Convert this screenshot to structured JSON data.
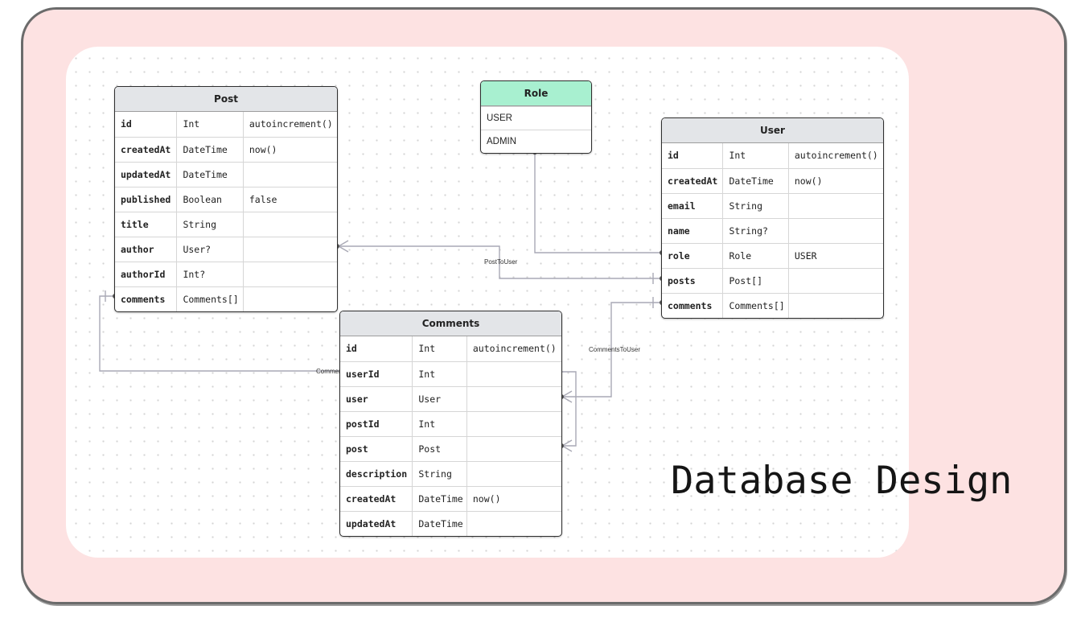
{
  "title": "Database Design",
  "tables": {
    "post": {
      "name": "Post",
      "rows": [
        [
          "id",
          "Int",
          "autoincrement()"
        ],
        [
          "createdAt",
          "DateTime",
          "now()"
        ],
        [
          "updatedAt",
          "DateTime",
          ""
        ],
        [
          "published",
          "Boolean",
          "false"
        ],
        [
          "title",
          "String",
          ""
        ],
        [
          "author",
          "User?",
          ""
        ],
        [
          "authorId",
          "Int?",
          ""
        ],
        [
          "comments",
          "Comments[]",
          ""
        ]
      ]
    },
    "role": {
      "name": "Role",
      "values": [
        "USER",
        "ADMIN"
      ]
    },
    "user": {
      "name": "User",
      "rows": [
        [
          "id",
          "Int",
          "autoincrement()"
        ],
        [
          "createdAt",
          "DateTime",
          "now()"
        ],
        [
          "email",
          "String",
          ""
        ],
        [
          "name",
          "String?",
          ""
        ],
        [
          "role",
          "Role",
          "USER"
        ],
        [
          "posts",
          "Post[]",
          ""
        ],
        [
          "comments",
          "Comments[]",
          ""
        ]
      ]
    },
    "comments": {
      "name": "Comments",
      "rows": [
        [
          "id",
          "Int",
          "autoincrement()"
        ],
        [
          "userId",
          "Int",
          ""
        ],
        [
          "user",
          "User",
          ""
        ],
        [
          "postId",
          "Int",
          ""
        ],
        [
          "post",
          "Post",
          ""
        ],
        [
          "description",
          "String",
          ""
        ],
        [
          "createdAt",
          "DateTime",
          "now()"
        ],
        [
          "updatedAt",
          "DateTime",
          ""
        ]
      ]
    }
  },
  "relations": {
    "post_to_user": "PostToUser",
    "comments_to_user": "CommentsToUser",
    "comments_to_post": "Commen"
  },
  "colors": {
    "frame_bg": "#fde2e2",
    "role_header": "#a8f0d0",
    "table_header": "#e3e5e8",
    "connector": "#a9a9b5"
  }
}
